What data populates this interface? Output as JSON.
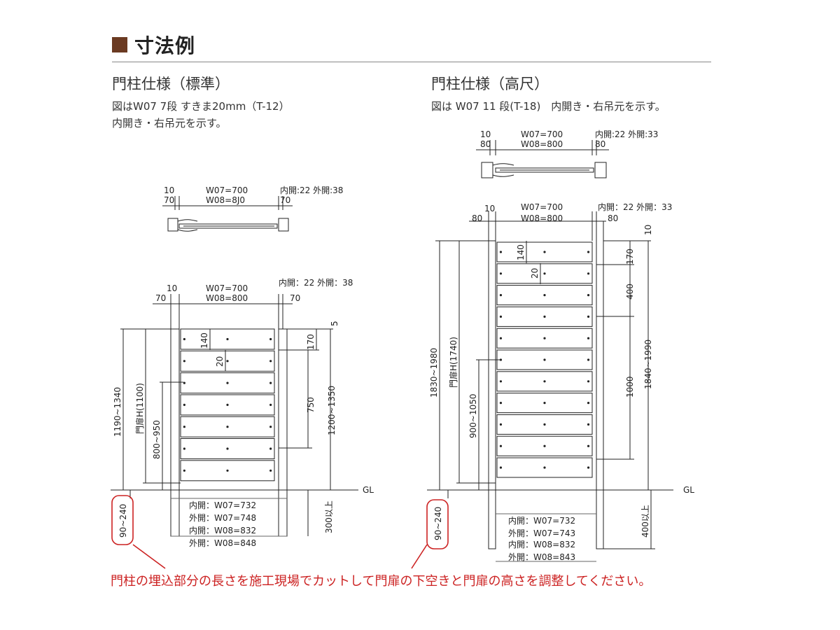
{
  "title": "寸法例",
  "standard": {
    "heading": "門柱仕様（標準）",
    "desc1": "図はW07  7段 すきま20mm（T-12）",
    "desc2": "内開き・右吊元を示す。",
    "plan_left_top": "10",
    "plan_left_bottom": "70",
    "plan_w07": "W07=700",
    "plan_w08": "W08=8J0",
    "plan_open": "内開:22  外開:38",
    "plan_right_bottom": "70",
    "elev_left_top": "10",
    "elev_left_bottom": "70",
    "elev_w07": "W07=700",
    "elev_w08": "W08=800",
    "elev_open": "内開：22  外開：38",
    "elev_right_bottom": "70",
    "dim_5": "5",
    "dim_170": "170",
    "dim_140": "140",
    "dim_20": "20",
    "dim_750": "750",
    "dim_1200_1350": "1200~1350",
    "dim_1190_1340": "1190~1340",
    "dim_door_h": "門扉H(1100)",
    "dim_800_950": "800~950",
    "dim_300": "300以上",
    "dim_90_240": "90~240",
    "gl": "GL",
    "widths": [
      "内開：W07=732",
      "外開：W07=748",
      "内開：W08=832",
      "外開：W08=848"
    ]
  },
  "tall": {
    "heading": "門柱仕様（高尺）",
    "desc1": "図は W07 11 段(T-18)　内開き・右吊元を示す。",
    "plan_left_top": "10",
    "plan_left_bottom": "80",
    "plan_w07": "W07=700",
    "plan_w08": "W08=800",
    "plan_open": "内開:22  外開:33",
    "plan_right_bottom": "80",
    "elev_left_top": "10",
    "elev_left_bottom": "80",
    "elev_w07": "W07=700",
    "elev_w08": "W08=800",
    "elev_open": "内開：22  外開：33",
    "elev_right_bottom": "80",
    "dim_10": "10",
    "dim_170": "170",
    "dim_140": "140",
    "dim_20": "20",
    "dim_400": "400",
    "dim_1000": "1000",
    "dim_1840_1990": "1840~1990",
    "dim_1830_1980": "1830~1980",
    "dim_door_h": "門扉H(1740)",
    "dim_900_1050": "900~1050",
    "dim_400_up": "400以上",
    "dim_90_240": "90~240",
    "gl": "GL",
    "widths": [
      "内開：W07=732",
      "外開：W07=743",
      "内開：W08=832",
      "外開：W08=843"
    ]
  },
  "footnote": "門柱の埋込部分の長さを施工現場でカットして門扉の下空きと門扉の高さを調整してください。",
  "colors": {
    "accent": "#6b3a22",
    "note": "#cc2222",
    "line": "#222222"
  }
}
